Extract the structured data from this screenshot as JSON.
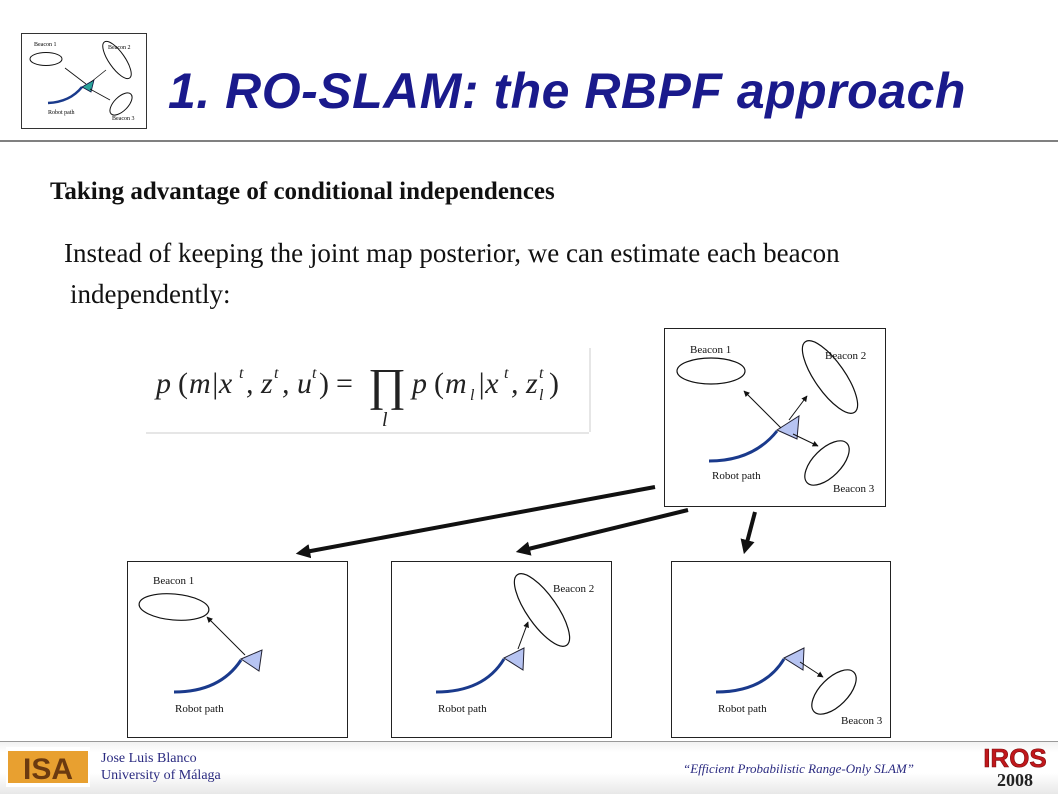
{
  "title": "1. RO-SLAM: the RBPF approach",
  "heading": "Taking advantage of conditional independences",
  "body": {
    "line1": "Instead of keeping the joint map posterior, we can estimate each beacon",
    "line2": "independently:"
  },
  "formula": {
    "lhs": "p (m|xt, zt, ut) =",
    "product_symbol": "∏",
    "product_index": "l",
    "rhs": "p (ml|xt, zlt)"
  },
  "labels": {
    "beacon1": "Beacon 1",
    "beacon2": "Beacon 2",
    "beacon3": "Beacon 3",
    "robot_path": "Robot path"
  },
  "footer": {
    "author_name": "Jose Luis Blanco",
    "affiliation": "University of Málaga",
    "quote": "“Efficient Probabilistic Range-Only SLAM”",
    "isa_logo_text": "ISA",
    "iros_logo_text": "IROS",
    "iros_year": "2008"
  },
  "colors": {
    "title": "#1a1a8c",
    "robot_path": "#1a3a8c",
    "robot_triangle": "#b7c4f2",
    "thumb_triangle": "#2aa39a",
    "iros_red": "#c0181c"
  }
}
